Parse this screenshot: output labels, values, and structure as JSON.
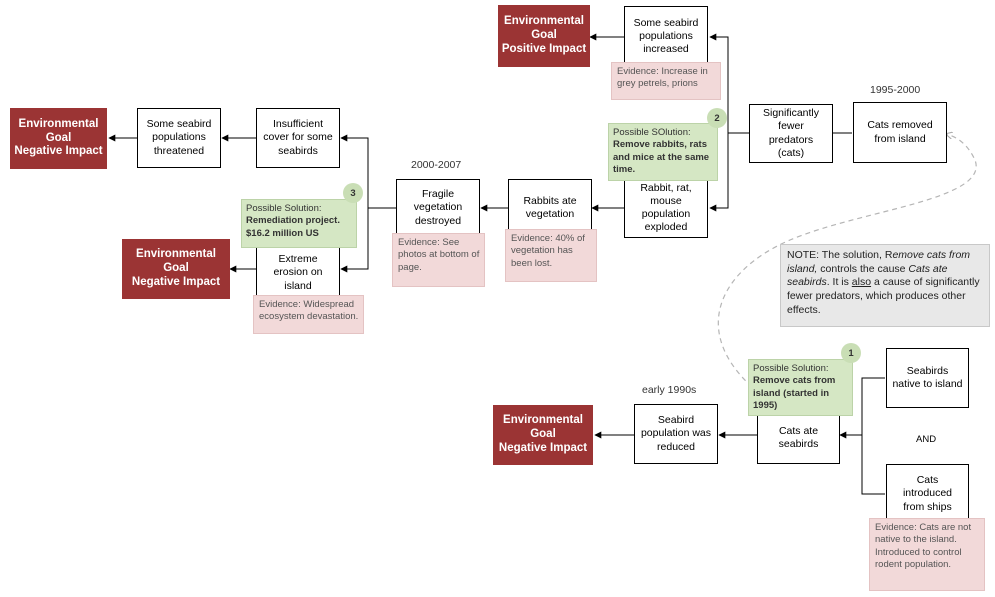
{
  "goals": {
    "positive": "Environmental\nGoal\nPositive Impact",
    "negative_threatened": "Environmental\nGoal\nNegative Impact",
    "negative_erosion": "Environmental\nGoal\nNegative Impact",
    "negative_reduced": "Environmental\nGoal\nNegative Impact"
  },
  "nodes": {
    "seabird_increased": "Some seabird\npopulations\nincreased",
    "fewer_predators": "Significantly\nfewer\npredators\n(cats)",
    "cats_removed": "Cats removed\nfrom island",
    "rabbit_exploded": "Rabbit, rat,\nmouse\npopulation\nexploded",
    "rabbits_ate": "Rabbits ate\nvegetation",
    "fragile_destroyed": "Fragile\nvegetation\ndestroyed",
    "insufficient_cover": "Insufficient\ncover for some\nseabirds",
    "seabird_threatened": "Some seabird\npopulations\nthreatened",
    "extreme_erosion": "Extreme\nerosion on\nisland",
    "seabird_reduced": "Seabird\npopulation was\nreduced",
    "cats_ate": "Cats ate\nseabirds",
    "seabirds_native": "Seabirds\nnative to island",
    "cats_introduced": "Cats\nintroduced\nfrom  ships"
  },
  "evidence": {
    "increase": "Evidence: Increase in\ngrey petrels, prions",
    "photos": "Evidence:  See\nphotos at bottom of\npage.",
    "vegetation_lost": "Evidence:  40% of\nvegetation has\nbeen lost.",
    "devastation": "Evidence:  Widespread\necosystem devastation.",
    "cats_not_native": "Evidence: Cats are not\nnative to the island.\nIntroduced to control\nrodent population."
  },
  "solutions": {
    "s1": {
      "number": "1",
      "head": "Possible Solution:",
      "body": "Remove cats from\nisland (started in\n1995)"
    },
    "s2": {
      "number": "2",
      "head": "Possible SOlution:",
      "body": "Remove rabbits, rats\nand mice at the same\ntime."
    },
    "s3": {
      "number": "3",
      "head": "Possible Solution:",
      "body": "Remediation project.\n$16.2 million US"
    }
  },
  "time_labels": {
    "t1995": "1995-2000",
    "t2000": "2000-2007",
    "t1990": "early 1990s"
  },
  "and_label": "AND",
  "note": {
    "p1": "NOTE:  The solution, R",
    "p2": "emove cats from island,",
    "p3": " controls the cause ",
    "p4": "Cats ate seabirds",
    "p5": ". It is ",
    "p6": "also",
    "p7": " a cause of significantly fewer predators, which produces other effects."
  },
  "colors": {
    "goal_bg": "#9b3434",
    "evidence_bg": "#f2d9d9",
    "solution_bg": "#d5e7c4",
    "note_bg": "#e8e8e8"
  }
}
